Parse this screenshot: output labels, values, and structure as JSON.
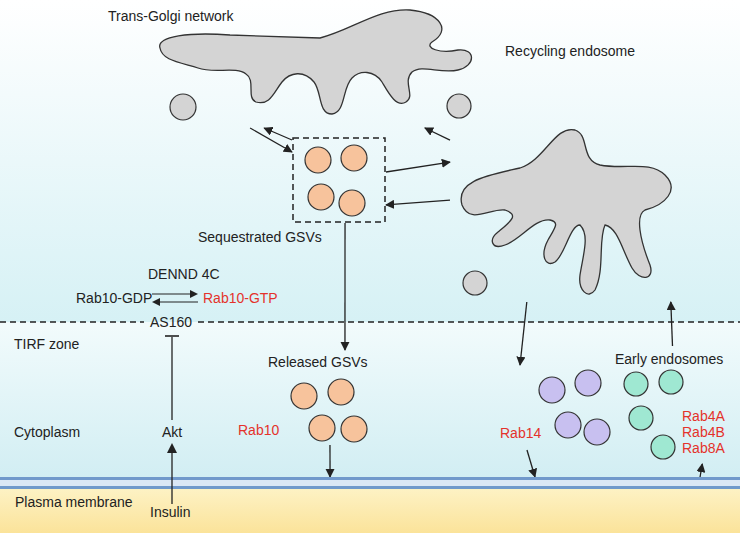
{
  "diagram": {
    "nodes": [
      {
        "text": [
          "Trans-Golgi network"
        ]
      },
      {
        "text": [
          "Recycling endosome"
        ]
      },
      {
        "text": [
          "Sequestrated GSVs"
        ]
      },
      {
        "text": [
          "Released GSVs",
          "Rab10"
        ]
      },
      {
        "text": [
          "Rab14"
        ]
      },
      {
        "text": [
          "Early endosomes",
          "Rab4A Rab4B Rab8A"
        ]
      },
      {
        "text": [
          "Plasma membrane"
        ]
      }
    ],
    "edges": [
      {
        "from": 0,
        "to": 2,
        "arrow": "to"
      },
      {
        "from": 2,
        "to": 0,
        "arrow": "to"
      },
      {
        "from": 2,
        "to": 1,
        "arrow": "to"
      },
      {
        "from": 1,
        "to": 2,
        "arrow": "to"
      },
      {
        "from": 1,
        "to": 0,
        "arrow": "to"
      },
      {
        "from": 2,
        "to": 3,
        "arrow": "to"
      },
      {
        "from": 1,
        "to": 4,
        "arrow": "to"
      },
      {
        "from": 5,
        "to": 1,
        "arrow": "to"
      },
      {
        "from": 3,
        "to": 6,
        "arrow": "to"
      },
      {
        "from": 4,
        "to": 6,
        "arrow": "to"
      },
      {
        "from": 6,
        "to": 5,
        "arrow": "to"
      }
    ],
    "labels": [
      "DENND 4C",
      "Rab10-GDP",
      "Rab10-GTP",
      "AS160",
      "TIRF zone",
      "Akt",
      "Cytoplasm",
      "Insulin"
    ]
  }
}
